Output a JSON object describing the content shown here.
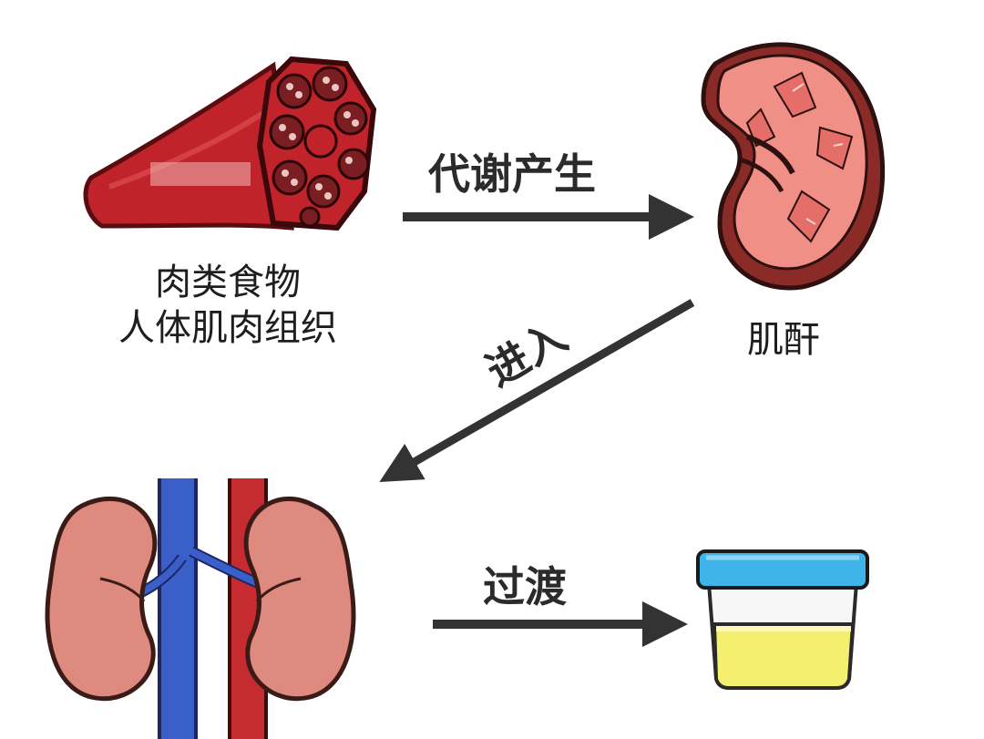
{
  "nodes": {
    "meat": {
      "caption_line1": "肉类食物",
      "caption_line2": "人体肌肉组织"
    },
    "creatinine": {
      "caption": "肌酐"
    }
  },
  "arrows": {
    "metabolize": {
      "label": "代谢产生"
    },
    "enter": {
      "label": "进入"
    },
    "filter": {
      "label": "过渡"
    }
  },
  "colors": {
    "muscle": "#c0242a",
    "kidney_pink": "#f08f86",
    "vein": "#3a5fc8",
    "artery": "#c52b2f",
    "cup_lid": "#3fb4e8",
    "urine": "#f4ef6e",
    "arrow": "#333333"
  }
}
